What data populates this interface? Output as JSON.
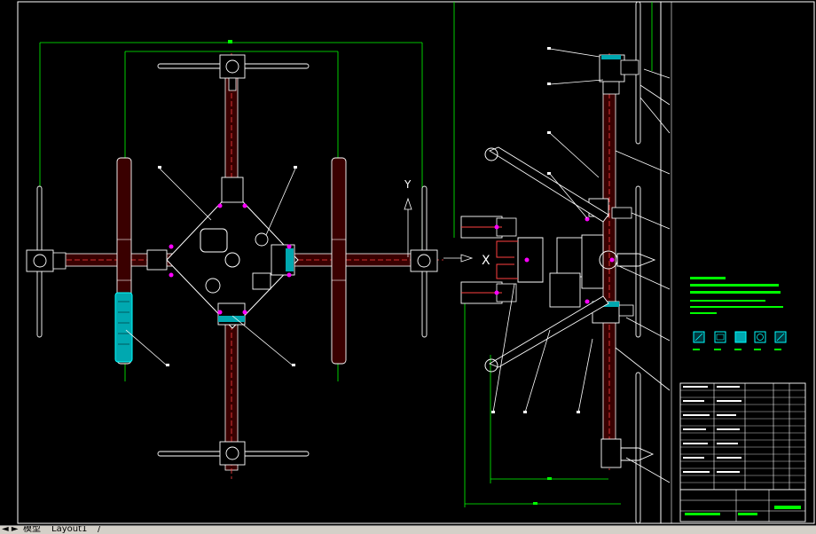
{
  "drawing": {
    "background": "#000000",
    "line_colors": {
      "dimension": "#00ff00",
      "outline": "#ffffff",
      "part_red": "#ff4040",
      "part_magenta": "#ff00ff",
      "part_cyan": "#00ffff",
      "leader": "#ffffff"
    },
    "axis_labels": {
      "y": "Y",
      "x": "X"
    }
  },
  "layout_tabs": {
    "nav_arrows": "◄ ►",
    "model_tab": "模型",
    "layout_tab": "Layout1",
    "separator": "/"
  }
}
